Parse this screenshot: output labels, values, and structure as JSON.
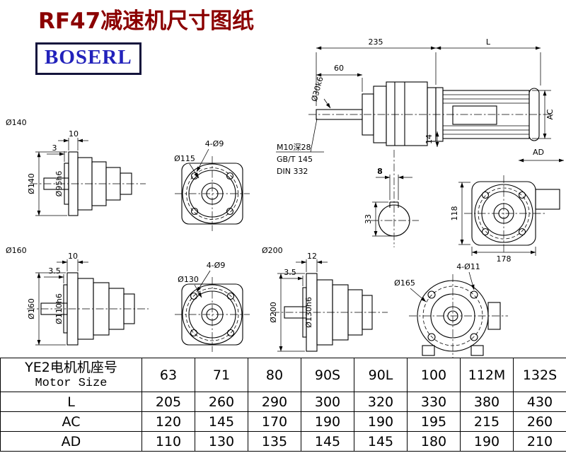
{
  "page": {
    "title": "RF47减速机尺寸图纸",
    "logo": "BOSERL"
  },
  "notes": {
    "thread": "M10深28",
    "standard1": "GB/T 145",
    "standard2": "DIN 332"
  },
  "side_view": {
    "dim_235": "235",
    "dim_L": "L",
    "dim_60": "60",
    "shaft_dia": "Ø30k6",
    "dim_AC": "AC",
    "dim_14": "14",
    "dim_AD": "AD",
    "dim_8": "8",
    "dim_33": "33"
  },
  "rear_view": {
    "dim_118": "118",
    "dim_178": "178"
  },
  "flange140_view": {
    "label": "Ø140",
    "dim_10": "10",
    "dim_3": "3",
    "dim_dia140": "Ø140",
    "dim_dia95": "Ø95h6"
  },
  "flange115_view": {
    "holes": "4-Ø9",
    "bolt_circle": "Ø115"
  },
  "flange160_view": {
    "label": "Ø160",
    "dim_10": "10",
    "dim_35": "3.5",
    "dim_dia160": "Ø160",
    "dim_dia110": "Ø110h6"
  },
  "flange130_view": {
    "holes": "4-Ø9",
    "bolt_circle": "Ø130"
  },
  "flange200_view": {
    "label": "Ø200",
    "dim_12": "12",
    "dim_35": "3.5",
    "dim_dia200": "Ø200",
    "dim_dia130": "Ø130h6"
  },
  "motor_flange_view": {
    "bolt_circle": "Ø165",
    "holes": "4-Ø11"
  },
  "table": {
    "header_label_cn": "YE2电机机座号",
    "header_label_en": "Motor Size",
    "sizes": [
      "63",
      "71",
      "80",
      "90S",
      "90L",
      "100",
      "112M",
      "132S"
    ],
    "rows": [
      {
        "label": "L",
        "values": [
          "205",
          "260",
          "290",
          "300",
          "320",
          "330",
          "380",
          "430"
        ]
      },
      {
        "label": "AC",
        "values": [
          "120",
          "145",
          "170",
          "190",
          "190",
          "195",
          "215",
          "260"
        ]
      },
      {
        "label": "AD",
        "values": [
          "110",
          "130",
          "135",
          "145",
          "145",
          "180",
          "190",
          "210"
        ]
      }
    ]
  }
}
